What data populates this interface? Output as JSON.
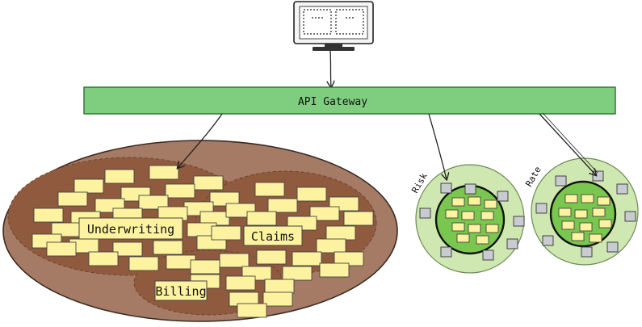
{
  "gateway": {
    "label": "API Gateway"
  },
  "monolith": {
    "contexts": [
      {
        "id": "underwriting",
        "label": "Underwriting"
      },
      {
        "id": "claims",
        "label": "Claims"
      },
      {
        "id": "billing",
        "label": "Billing"
      }
    ]
  },
  "services": [
    {
      "id": "risk",
      "label": "Risk"
    },
    {
      "id": "rate",
      "label": "Rate"
    }
  ],
  "colors": {
    "gateway_fill": "#7fcd7f",
    "gateway_stroke": "#2f6f2f",
    "monolith_fill": "#a57b65",
    "monolith_stroke": "#3a2a22",
    "context_fill": "#8f5a3e",
    "sticky_fill": "#fdf2a0",
    "sticky_stroke": "#444444",
    "service_outer": "#cfe8b1",
    "service_inner": "#79c74e",
    "service_box": "#c8cbd0"
  }
}
